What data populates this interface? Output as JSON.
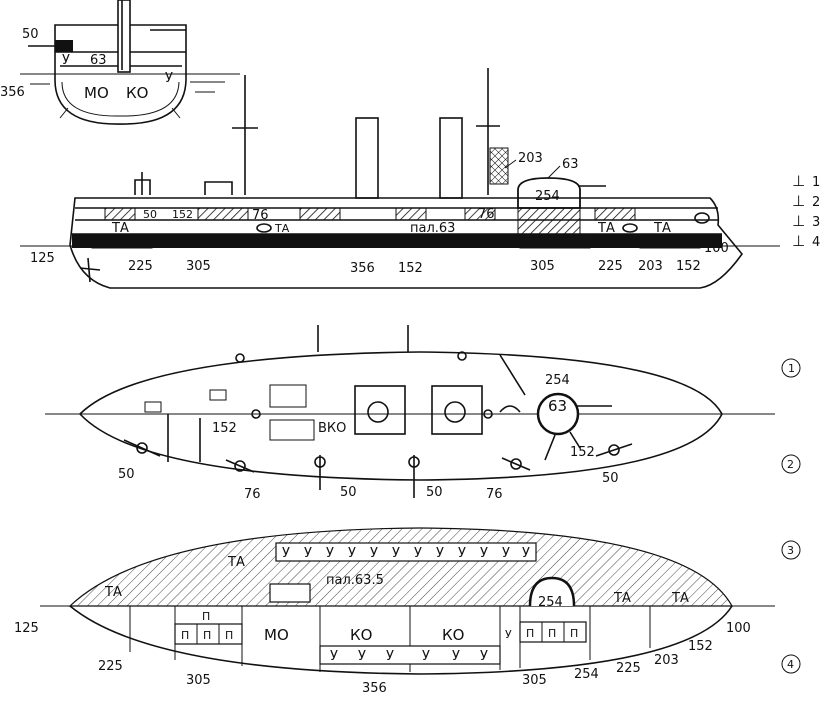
{
  "section": {
    "labels": [
      "50",
      "63",
      "У",
      "У",
      "356",
      "МО",
      "КО"
    ]
  },
  "profile": {
    "top_labels": [
      "203",
      "63",
      "254"
    ],
    "deck_labels": [
      "50",
      "152",
      "76",
      "ТА",
      "ТА",
      "ТА",
      "ТА",
      "пал.63"
    ],
    "bottom_labels": [
      "125",
      "225",
      "305",
      "356",
      "152",
      "305",
      "225",
      "203",
      "152",
      "100"
    ]
  },
  "legend": {
    "items": [
      {
        "symbol": "⊥",
        "number": "1"
      },
      {
        "symbol": "⊥",
        "number": "2"
      },
      {
        "symbol": "⊥",
        "number": "3"
      },
      {
        "symbol": "⊥",
        "number": "4"
      }
    ]
  },
  "plan1": {
    "labels": [
      "254",
      "63",
      "152",
      "ВКО",
      "152",
      "50",
      "76",
      "50",
      "50",
      "76",
      "50"
    ],
    "marker": "1",
    "marker2": "2"
  },
  "plan2": {
    "labels": [
      "ТА",
      "У",
      "пал.63.5",
      "ТА",
      "254",
      "ТА",
      "ТА",
      "125",
      "П",
      "П",
      "П",
      "П",
      "МО",
      "КО",
      "КО",
      "У",
      "П",
      "П",
      "П",
      "100",
      "152",
      "225",
      "305",
      "356",
      "305",
      "254",
      "225",
      "203"
    ],
    "u_top": [
      "У",
      "У",
      "У",
      "У",
      "У",
      "У",
      "У",
      "У",
      "У",
      "У",
      "У",
      "У"
    ],
    "u_bottom": [
      "У",
      "У",
      "У",
      "У",
      "У",
      "У"
    ],
    "marker3": "3",
    "marker4": "4"
  }
}
